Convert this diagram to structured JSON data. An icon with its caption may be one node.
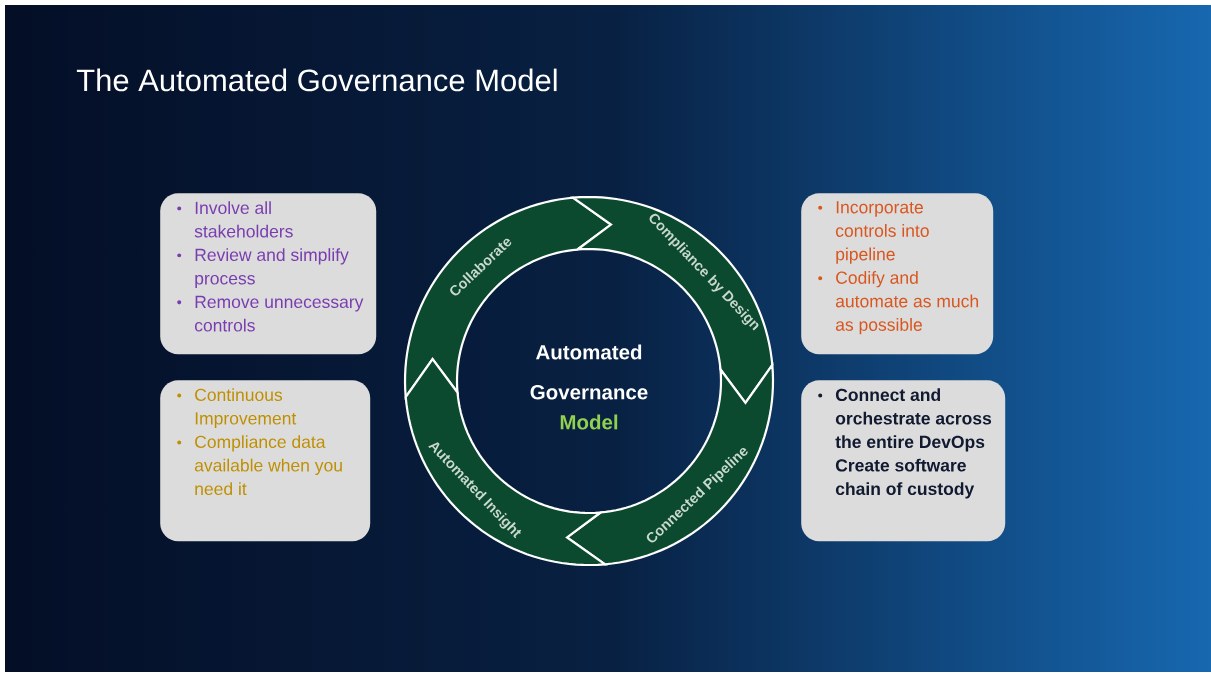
{
  "diagram": {
    "title": "The Automated Governance Model",
    "nodes": [
      {
        "text": [
          "Automated Governance",
          "Model"
        ]
      },
      {
        "text": [
          "Collaborate"
        ]
      },
      {
        "text": [
          "Compliance by Design"
        ]
      },
      {
        "text": [
          "Connected Pipeline"
        ]
      },
      {
        "text": [
          "Automated Insight"
        ]
      },
      {
        "text": [
          "Involve all stakeholders",
          "Review and simplify process",
          "Remove unnecessary controls"
        ]
      },
      {
        "text": [
          "Incorporate controls into pipeline",
          "Codify and automate as much as possible"
        ]
      },
      {
        "text": [
          "Continuous Improvement",
          "Compliance data available when you need it"
        ]
      },
      {
        "text": [
          "Connect and orchestrate across the entire DevOps Create software chain of custody"
        ]
      }
    ]
  }
}
